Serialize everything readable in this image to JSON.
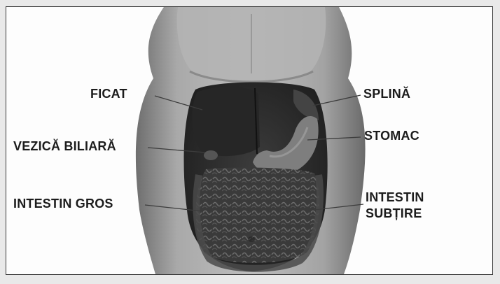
{
  "labels": {
    "liver": "FICAT",
    "gallbladder": "VEZICĂ BILIARĂ",
    "large_intestine": "INTESTIN GROS",
    "spleen": "SPLINĂ",
    "stomach": "STOMAC",
    "small_intestine_line1": "INTESTIN",
    "small_intestine_line2": "SUBȚIRE"
  },
  "colors": {
    "frame_background": "#fdfdfd",
    "torso_skin": "#9a9a9a",
    "organ_dark": "#2e2e2e",
    "label_text": "#1c1c1c"
  }
}
